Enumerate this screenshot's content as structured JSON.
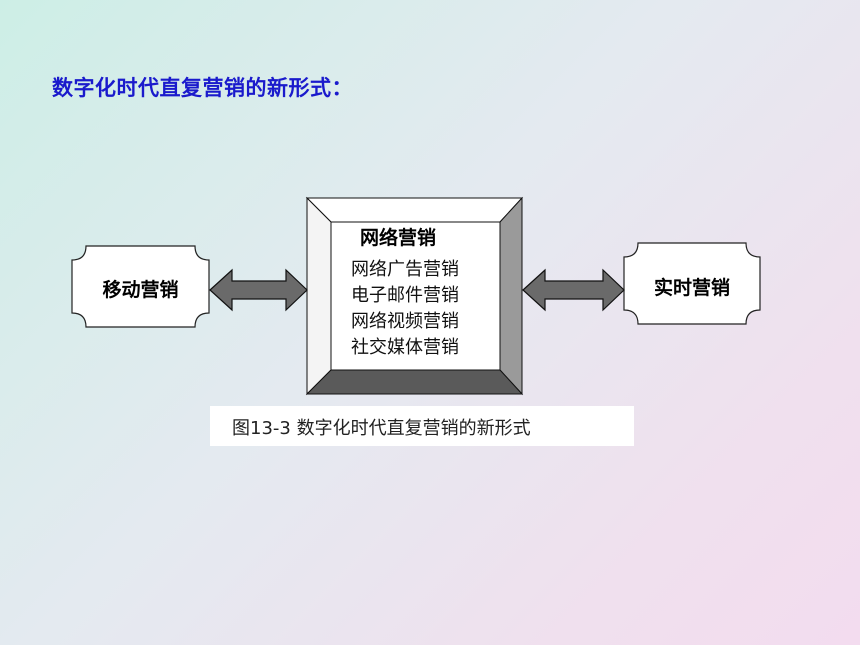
{
  "slide": {
    "title": "数字化时代直复营销的新形式："
  },
  "diagram": {
    "left_node": "移动营销",
    "right_node": "实时营销",
    "center_heading": "网络营销",
    "center_items": [
      "网络广告营销",
      "电子邮件营销",
      "网络视频营销",
      "社交媒体营销"
    ],
    "caption": "图13-3  数字化时代直复营销的新形式"
  },
  "colors": {
    "title": "#1a1acc",
    "arrow": "#6a6a6a",
    "bevel_top": "#ffffff",
    "bevel_side": "#9a9a9a",
    "bevel_bottom": "#5a5a5a"
  }
}
